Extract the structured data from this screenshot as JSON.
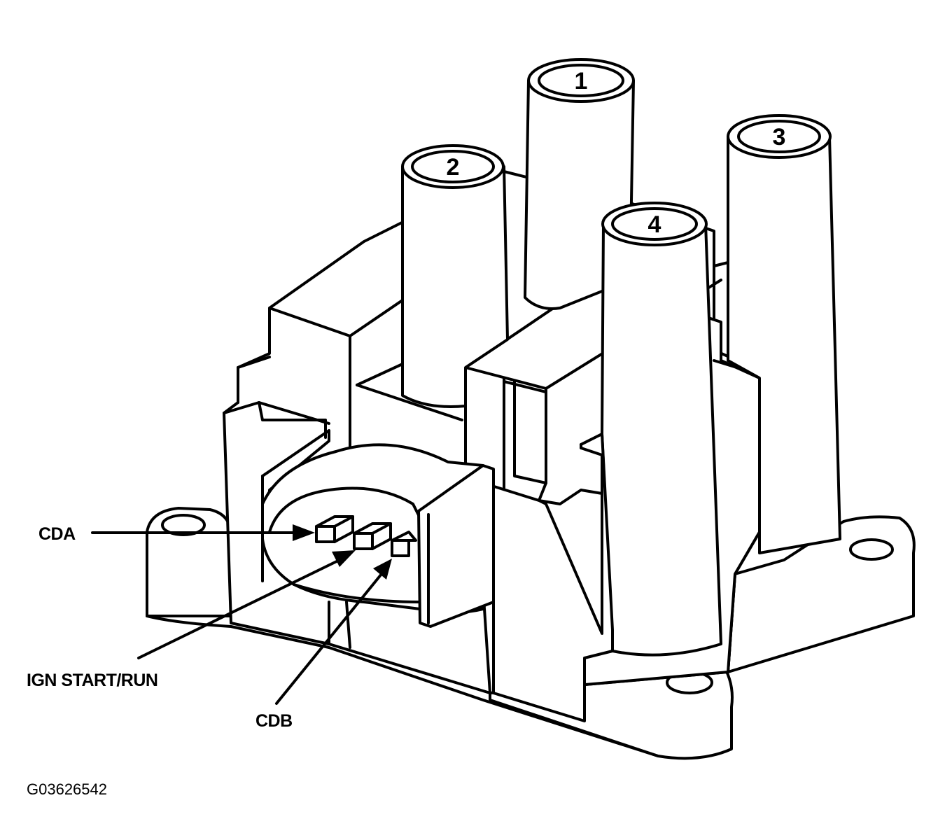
{
  "towers": [
    {
      "id": "1",
      "label": "1"
    },
    {
      "id": "2",
      "label": "2"
    },
    {
      "id": "3",
      "label": "3"
    },
    {
      "id": "4",
      "label": "4"
    }
  ],
  "callouts": {
    "cda": "CDA",
    "ign": "IGN START/RUN",
    "cdb": "CDB"
  },
  "figure_id": "G03626542",
  "colors": {
    "ink": "#000000",
    "paper": "#ffffff"
  }
}
